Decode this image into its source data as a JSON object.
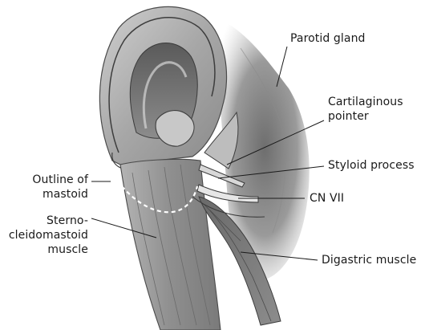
{
  "labels": {
    "parotid_gland": "Parotid gland",
    "cartilaginous_pointer": "Cartilaginous\npointer",
    "styloid_process": "Styloid process",
    "cn_vii": "CN VII",
    "digastric_muscle": "Digastric muscle",
    "outline_of_mastoid": "Outline of\nmastoid",
    "sternocleidomastoid_muscle": "Sterno-\ncleidomastoid\nmuscle"
  }
}
